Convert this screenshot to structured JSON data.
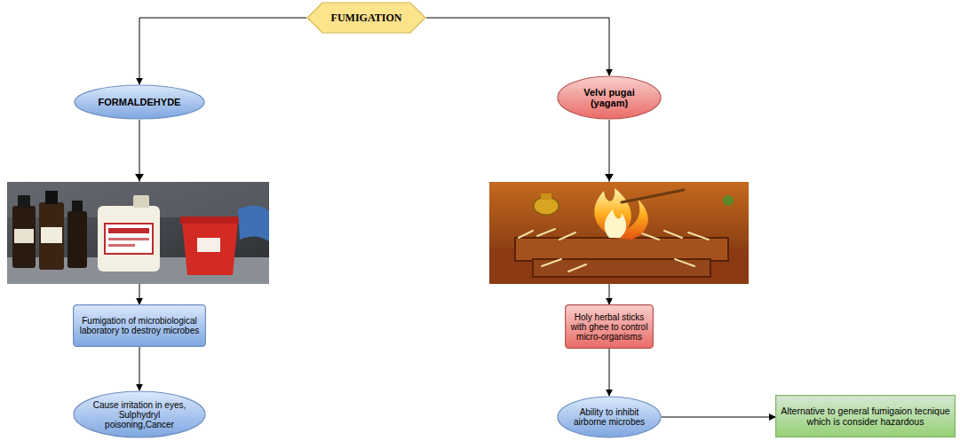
{
  "diagram": {
    "nodes": [
      {
        "text": [
          "FUMIGATION"
        ]
      },
      {
        "text": [
          "FORMALDEHYDE"
        ]
      },
      {
        "text": [
          "Velvi pugai (yagam)"
        ]
      },
      {
        "text": [
          "Fumigation of microbiological laboratory to destroy microbes"
        ]
      },
      {
        "text": [
          "Holy herbal sticks with ghee to control micro-organisms"
        ]
      },
      {
        "text": [
          "Cause irritation in eyes, Sulphydryl poisoning,Cancer"
        ]
      },
      {
        "text": [
          "Ability to inhibit airborne microbes"
        ]
      },
      {
        "text": [
          "Alternative to general fumigaion tecnique which is consider hazardous"
        ]
      }
    ],
    "edges": [
      {
        "from": 0,
        "to": 1,
        "arrow": "to"
      },
      {
        "from": 0,
        "to": 2,
        "arrow": "to"
      },
      {
        "from": 1,
        "to": 3,
        "arrow": "to"
      },
      {
        "from": 2,
        "to": 4,
        "arrow": "to"
      },
      {
        "from": 3,
        "to": 5,
        "arrow": "to"
      },
      {
        "from": 4,
        "to": 6,
        "arrow": "to"
      },
      {
        "from": 6,
        "to": 7,
        "arrow": "to"
      }
    ]
  }
}
